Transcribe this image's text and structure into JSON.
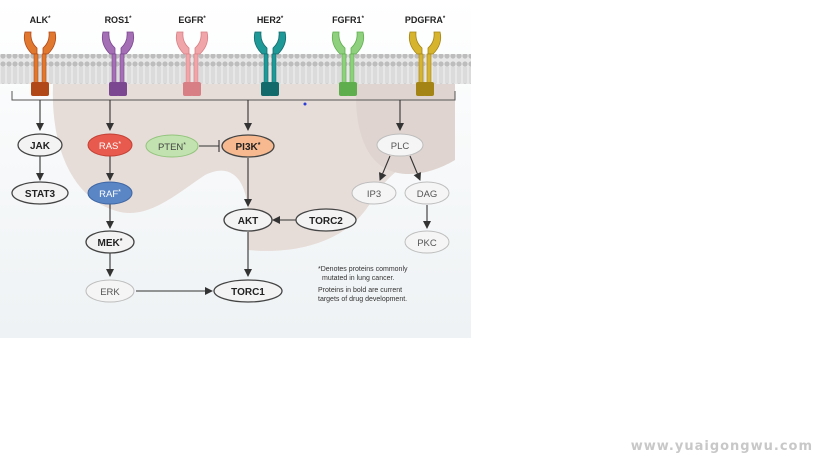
{
  "receptors": [
    {
      "name": "ALK",
      "mark": "*",
      "color": "#e07830",
      "tm": "#b04818"
    },
    {
      "name": "ROS1",
      "mark": "*",
      "color": "#a46fb5",
      "tm": "#7a4790"
    },
    {
      "name": "EGFR",
      "mark": "*",
      "color": "#f0a5a8",
      "tm": "#d87f85"
    },
    {
      "name": "HER2",
      "mark": "*",
      "color": "#1f9898",
      "tm": "#136a6a"
    },
    {
      "name": "FGFR1",
      "mark": "*",
      "color": "#8fd07e",
      "tm": "#5fae4e"
    },
    {
      "name": "PDGFRA",
      "mark": "*",
      "color": "#d6b42e",
      "tm": "#a48414"
    }
  ],
  "nodes": {
    "jak": "JAK",
    "stat3": "STAT3",
    "ras": "RAS",
    "raf": "RAF",
    "mek": "MEK",
    "erk": "ERK",
    "pten": "PTEN",
    "pi3k": "PI3K",
    "akt": "AKT",
    "torc2": "TORC2",
    "torc1": "TORC1",
    "plc": "PLC",
    "ip3": "IP3",
    "dag": "DAG",
    "pkc": "PKC"
  },
  "mark": "*",
  "legend": {
    "note1_line1": "Denotes proteins commonly",
    "note1_line2": "mutated in lung cancer.",
    "note2_line1": "Proteins in bold are current",
    "note2_line2": "targets of drug development."
  },
  "watermark": "www.yuaigongwu.com",
  "colors": {
    "membrane": "#cfcfcf",
    "cell_background": "#e9e0dc",
    "ras_fill": "#e85a4d",
    "raf_fill": "#5b86c6",
    "pten_fill": "#c2e3b0",
    "pi3k_fill": "#f6b990",
    "node_fill": "#f3f3f3"
  }
}
